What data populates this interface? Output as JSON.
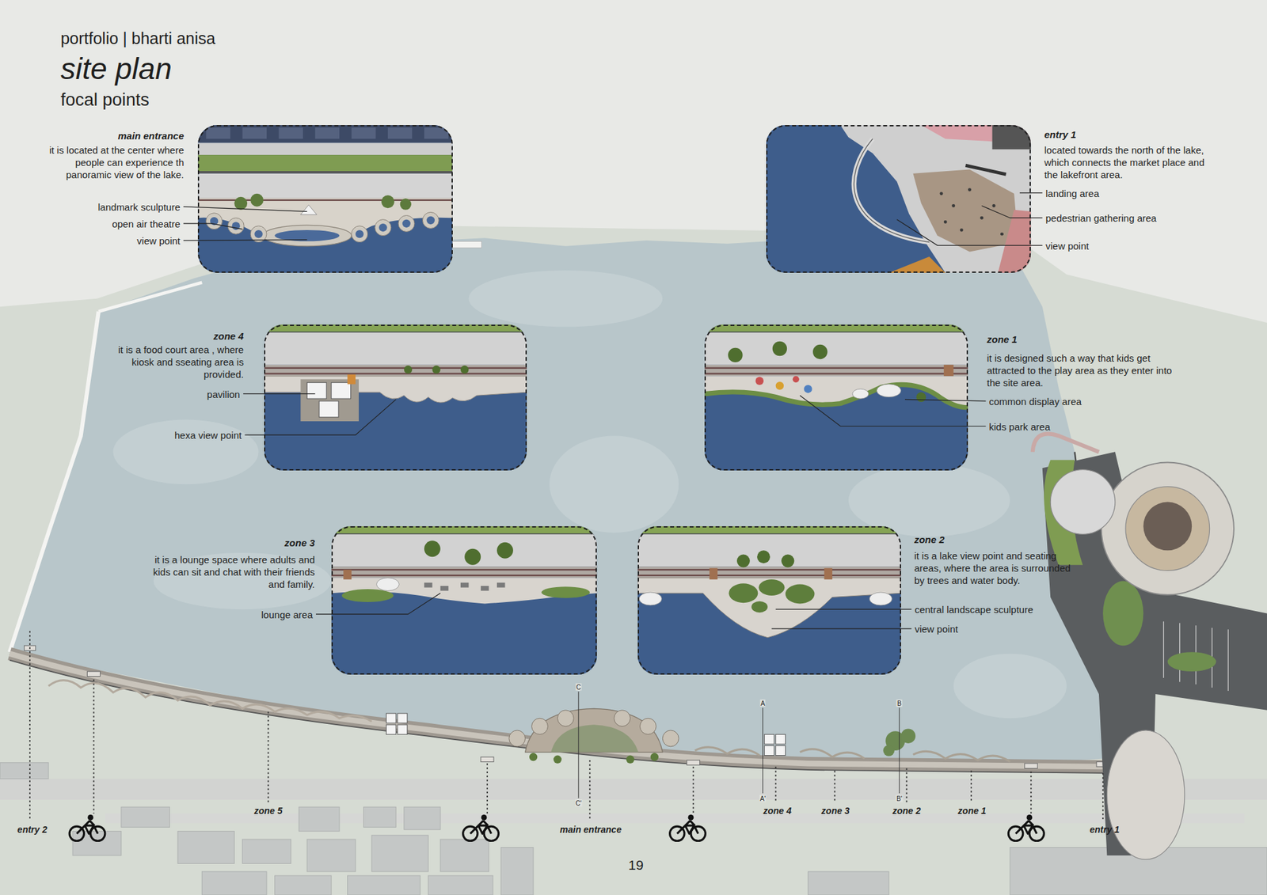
{
  "diagram": {
    "title": "site plan",
    "nodes": [
      {
        "text": [
          "main entrance",
          "it is located at the center where people can experience th panoramic view of the lake."
        ]
      },
      {
        "text": [
          "entry 1",
          "located towards the north of the lake, which connects the market place and the lakefront area."
        ]
      },
      {
        "text": [
          "zone 4",
          "it is a food court area , where kiosk and sseating area is provided."
        ]
      },
      {
        "text": [
          "zone 1",
          "it is designed such a way that kids get attracted to the play area as they enter into the site area."
        ]
      },
      {
        "text": [
          "zone 3",
          "it is a lounge space where adults and kids can sit and chat with their friends and family."
        ]
      },
      {
        "text": [
          "zone 2",
          "it is a lake view point and seating areas, where the area is surrounded by trees and water body."
        ]
      }
    ],
    "labels": [
      "portfolio | bharti anisa",
      "focal points",
      "landmark sculpture",
      "open air theatre",
      "view point",
      "landing area",
      "pedestrian gathering area",
      "view point",
      "pavilion",
      "hexa view point",
      "common display area",
      "kids park area",
      "lounge area",
      "central landscape sculpture",
      "view point",
      "entry 2",
      "zone 5",
      "main entrance",
      "zone 4",
      "zone 3",
      "zone 2",
      "zone 1",
      "entry 1",
      "C",
      "C'",
      "A",
      "A'",
      "B",
      "B'",
      "19"
    ]
  }
}
